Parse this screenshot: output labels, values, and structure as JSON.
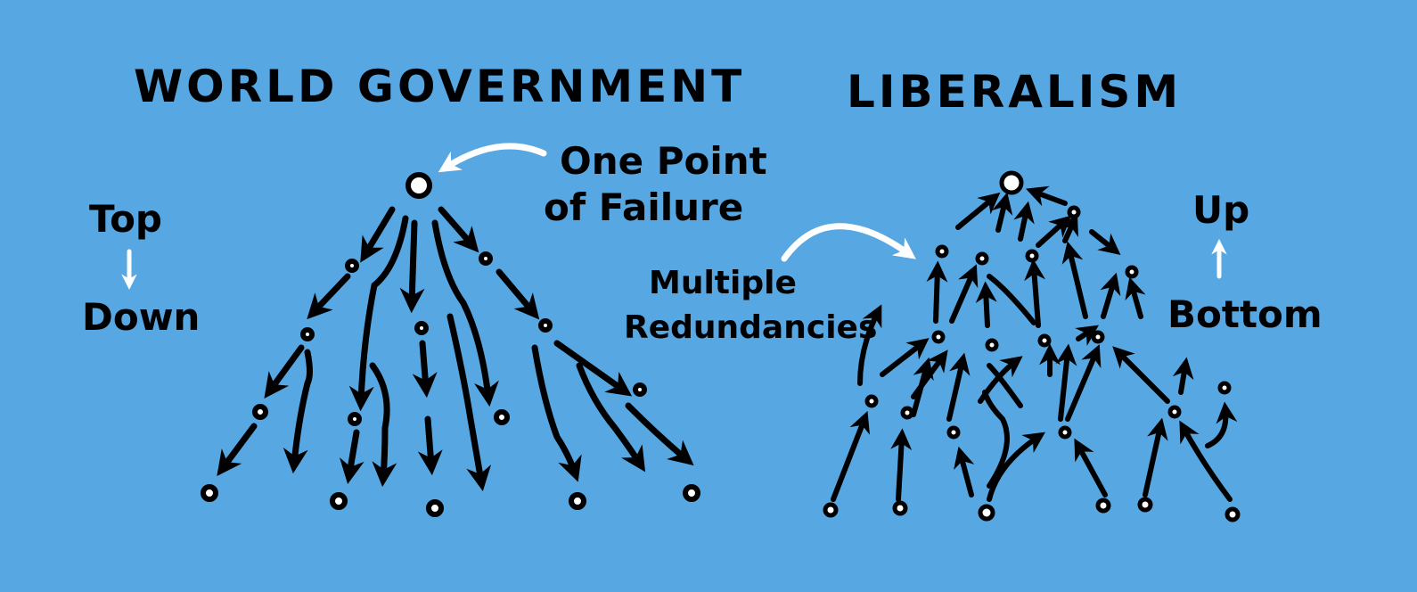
{
  "left_diagram": {
    "title": "WORLD GOVERNMENT",
    "annotation_line1": "One Point",
    "annotation_line2": "of Failure",
    "direction_top": "Top",
    "direction_bottom": "Down"
  },
  "right_diagram": {
    "title": "LIBERALISM",
    "annotation_line1": "Multiple",
    "annotation_line2": "Redundancies",
    "direction_top": "Up",
    "direction_bottom": "Bottom"
  },
  "colors": {
    "background": "#56a7e2",
    "ink": "#000000",
    "highlight": "#ffffff"
  }
}
